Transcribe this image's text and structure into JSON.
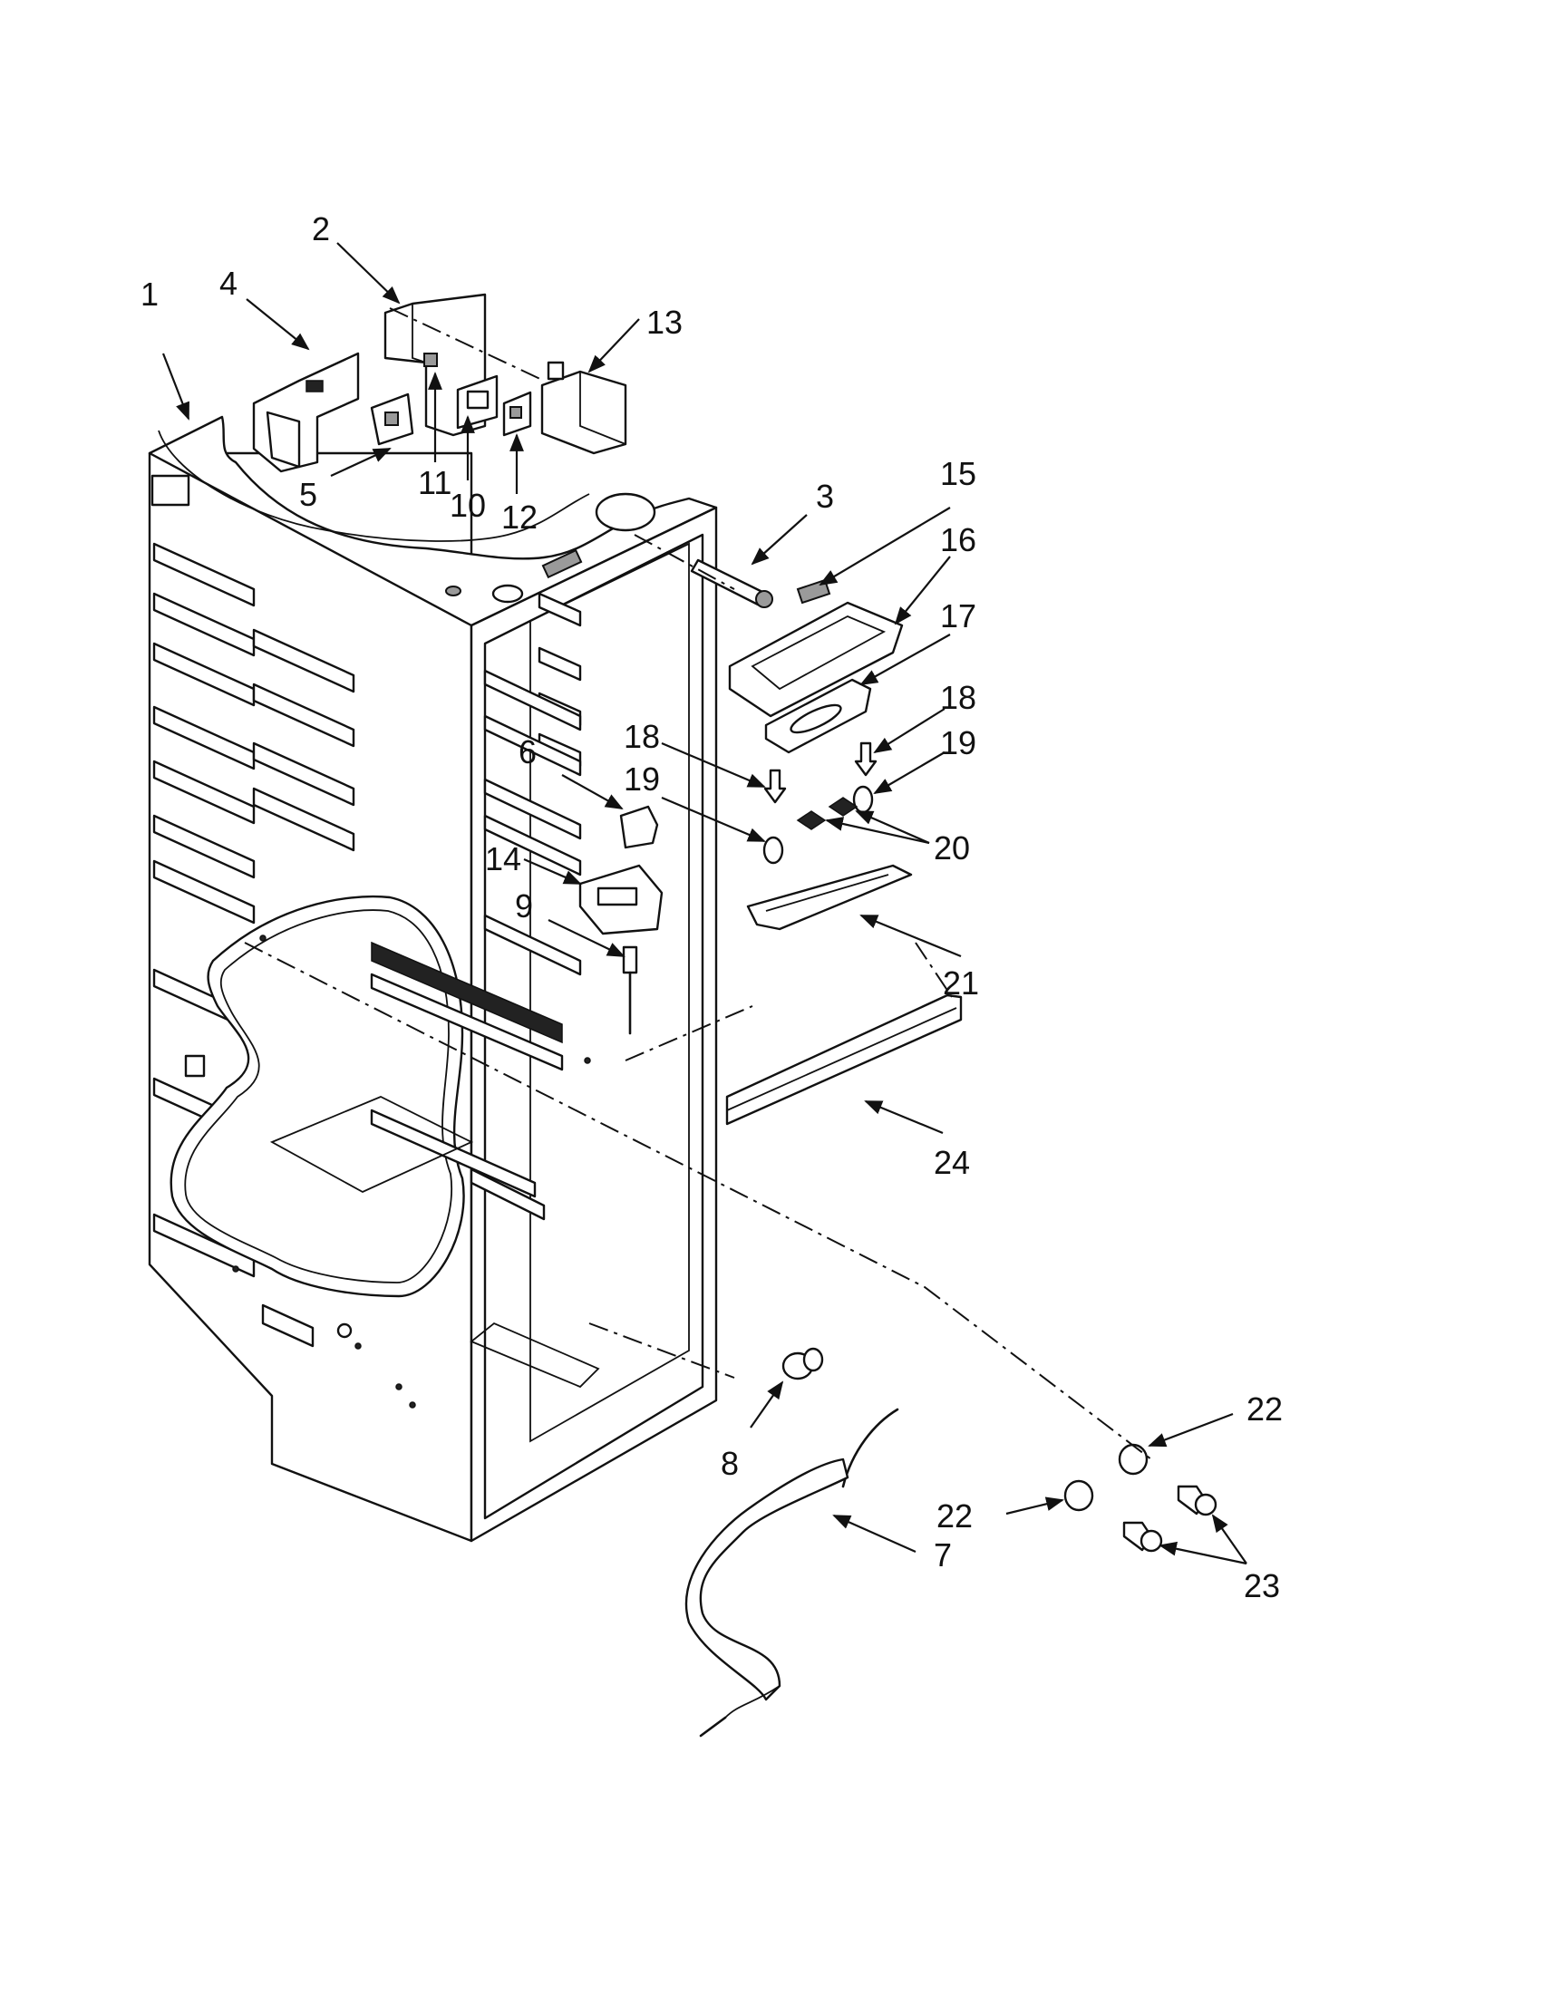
{
  "diagram": {
    "part_labels": [
      {
        "id": "p1",
        "text": "1"
      },
      {
        "id": "p2",
        "text": "2"
      },
      {
        "id": "p3",
        "text": "3"
      },
      {
        "id": "p4",
        "text": "4"
      },
      {
        "id": "p5",
        "text": "5"
      },
      {
        "id": "p6",
        "text": "6"
      },
      {
        "id": "p7",
        "text": "7"
      },
      {
        "id": "p8",
        "text": "8"
      },
      {
        "id": "p9",
        "text": "9"
      },
      {
        "id": "p10",
        "text": "10"
      },
      {
        "id": "p11",
        "text": "11"
      },
      {
        "id": "p12",
        "text": "12"
      },
      {
        "id": "p13",
        "text": "13"
      },
      {
        "id": "p14",
        "text": "14"
      },
      {
        "id": "p15",
        "text": "15"
      },
      {
        "id": "p16",
        "text": "16"
      },
      {
        "id": "p17",
        "text": "17"
      },
      {
        "id": "p18a",
        "text": "18"
      },
      {
        "id": "p18b",
        "text": "18"
      },
      {
        "id": "p19a",
        "text": "19"
      },
      {
        "id": "p19b",
        "text": "19"
      },
      {
        "id": "p20",
        "text": "20"
      },
      {
        "id": "p21",
        "text": "21"
      },
      {
        "id": "p22a",
        "text": "22"
      },
      {
        "id": "p22b",
        "text": "22"
      },
      {
        "id": "p23",
        "text": "23"
      },
      {
        "id": "p24",
        "text": "24"
      }
    ]
  }
}
